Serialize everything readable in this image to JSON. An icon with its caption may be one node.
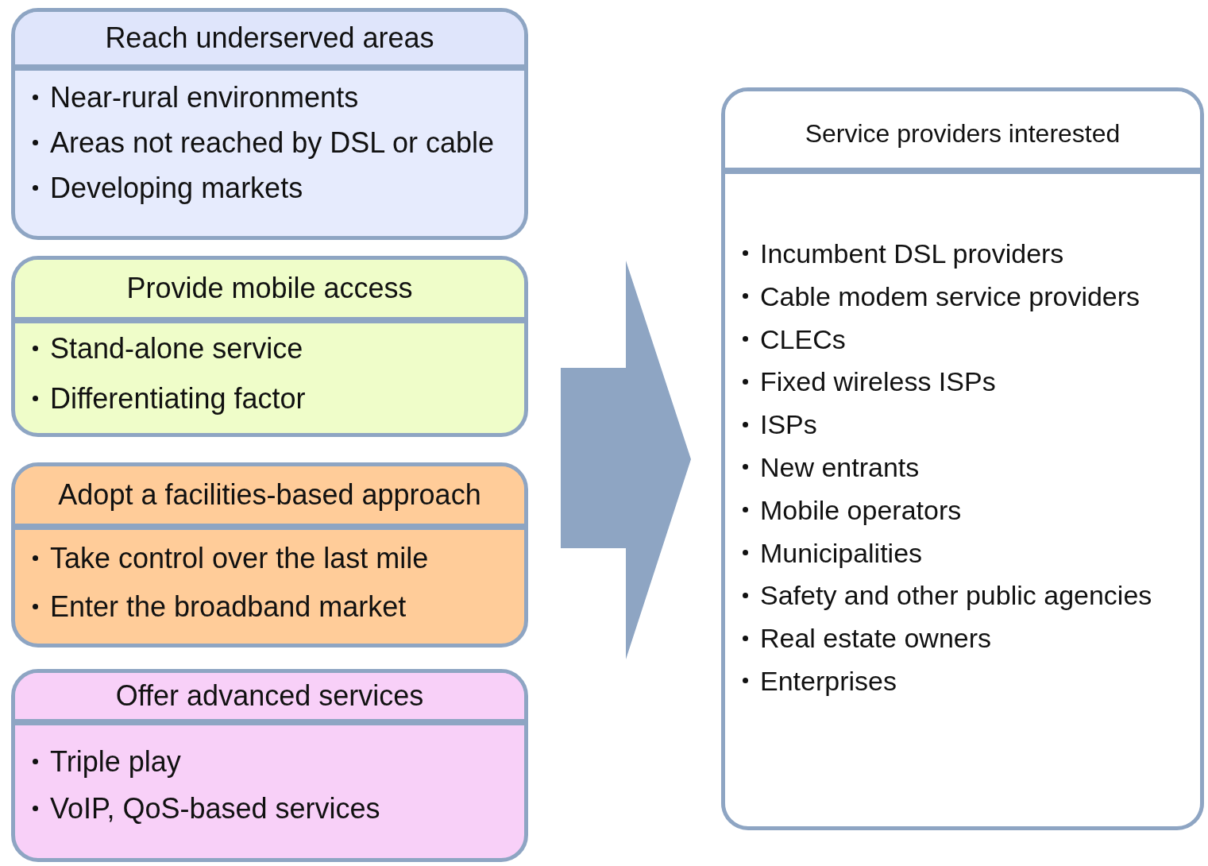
{
  "diagram": {
    "nodes": [
      {
        "text": [
          "Reach underserved areas",
          "Near-rural environments",
          "Areas not reached by DSL or cable",
          "Developing markets"
        ]
      },
      {
        "text": [
          "Provide mobile access",
          "Stand-alone service",
          "Differentiating factor"
        ]
      },
      {
        "text": [
          "Adopt a facilities-based approach",
          "Take control over the last mile",
          "Enter the broadband market"
        ]
      },
      {
        "text": [
          "Offer advanced services",
          "Triple play",
          "VoIP, QoS-based services"
        ]
      },
      {
        "text": [
          "Service providers interested",
          "Incumbent DSL providers",
          "Cable modem service providers",
          "CLECs",
          "Fixed wireless ISPs",
          "ISPs",
          "New entrants",
          "Mobile operators",
          "Municipalities",
          "Safety and other public agencies",
          "Real estate owners",
          "Enterprises"
        ]
      }
    ],
    "edges": [
      {
        "from": null,
        "to": 4,
        "arrow": "to",
        "style": "thick"
      }
    ]
  }
}
